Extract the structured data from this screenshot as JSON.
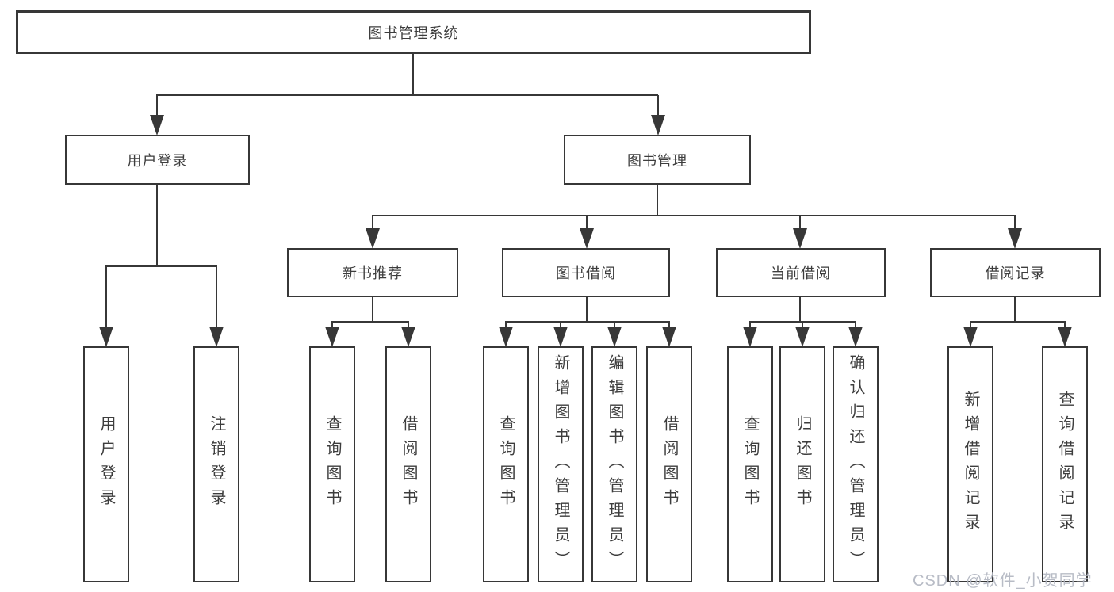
{
  "diagram_title": "图书管理系统",
  "colors": {
    "background": "#ffffff",
    "box_fill": "#ffffff",
    "box_border": "#373737",
    "line": "#373737",
    "text": "#3d3d3d",
    "watermark": "#b0b5c0"
  },
  "tree": {
    "root": "图书管理系统",
    "user": {
      "label": "用户登录",
      "children": [
        "用户登录",
        "注销登录"
      ]
    },
    "mgmt": {
      "label": "图书管理",
      "groups": [
        {
          "label": "新书推荐",
          "children": [
            "查询图书",
            "借阅图书"
          ]
        },
        {
          "label": "图书借阅",
          "children": [
            "查询图书",
            "新增图书（管理员）",
            "编辑图书（管理员）",
            "借阅图书"
          ]
        },
        {
          "label": "当前借阅",
          "children": [
            "查询图书",
            "归还图书",
            "确认归还（管理员）"
          ]
        },
        {
          "label": "借阅记录",
          "children": [
            "新增借阅记录",
            "查询借阅记录"
          ]
        }
      ]
    }
  },
  "watermark": "CSDN @软件_小贺同学"
}
